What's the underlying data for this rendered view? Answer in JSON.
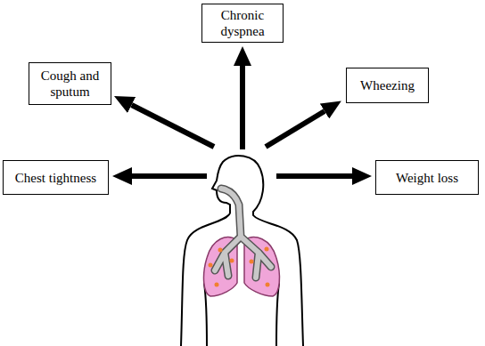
{
  "diagram": {
    "nodes": [
      {
        "text": [
          "Chronic dyspnea"
        ]
      },
      {
        "text": [
          "Cough and sputum"
        ]
      },
      {
        "text": [
          "Wheezing"
        ]
      },
      {
        "text": [
          "Chest tightness"
        ]
      },
      {
        "text": [
          "Weight loss"
        ]
      }
    ]
  }
}
